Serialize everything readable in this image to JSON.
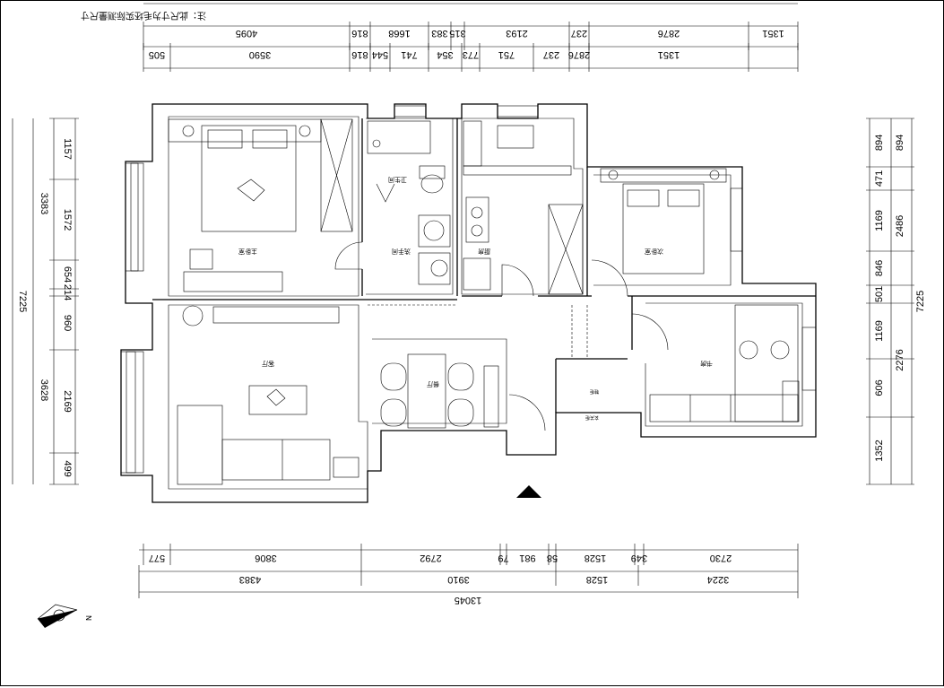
{
  "title_note": "注：此尺寸为毛坯实际测量尺寸",
  "top_row1": [
    "4095",
    "816",
    "1668",
    "383",
    "315",
    "2193",
    "237",
    "2876",
    "1351"
  ],
  "top_row2": [
    "505",
    "3590",
    "816",
    "544",
    "741",
    "354",
    "773",
    "751",
    "237",
    "2876",
    "1351"
  ],
  "left_outer": [
    "3383",
    "7225",
    "3628"
  ],
  "left_inner": [
    "1157",
    "1572",
    "654",
    "214",
    "960",
    "2169",
    "499"
  ],
  "right_outer": [
    "2486",
    "7225",
    "2276",
    "1352"
  ],
  "right_inner": [
    "894",
    "471",
    "1169",
    "846",
    "501",
    "1169",
    "606"
  ],
  "right_outer_top": "894",
  "bottom_row1": [
    "577",
    "3806",
    "2792",
    "79",
    "981",
    "58",
    "1528",
    "349",
    "2730"
  ],
  "bottom_row2": [
    "4383",
    "3910",
    "1528",
    "3224"
  ],
  "bottom_total": "13045",
  "rooms": {
    "master_bedroom": "主卧室",
    "bathroom": "卫生间",
    "wash_area": "洗手间",
    "kitchen": "厨房",
    "second_bedroom": "次卧室",
    "living_room": "客厅",
    "dining_room": "餐厅",
    "study": "书房",
    "shoe_cabinet": "鞋柜",
    "hall_cabinet": "玄关柜"
  },
  "compass_label": "N",
  "colors": {
    "line": "#000000",
    "background": "#ffffff"
  }
}
